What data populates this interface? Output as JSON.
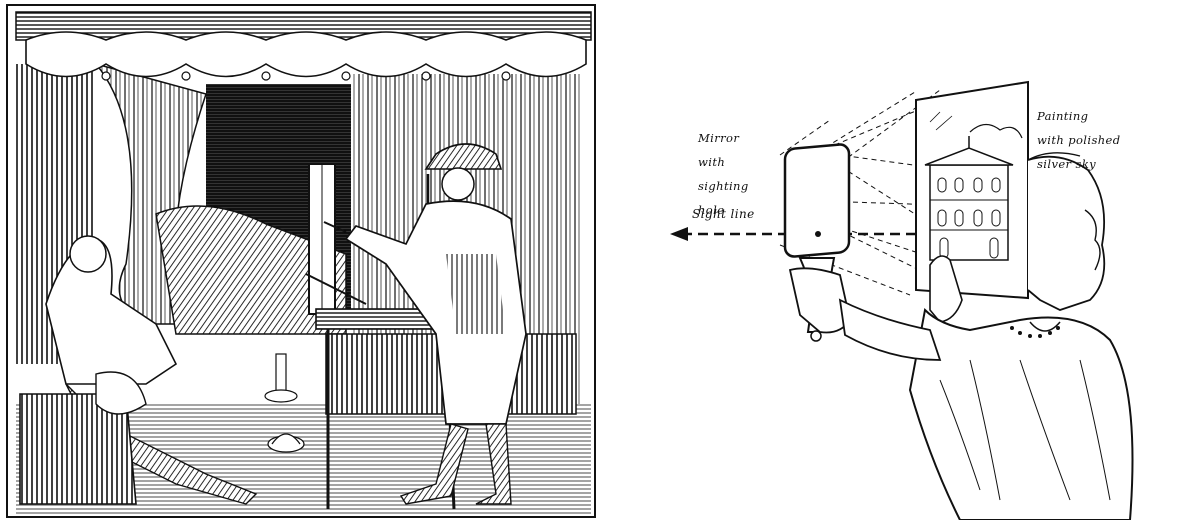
{
  "images": [
    {
      "name": "woodcut-draftsman-illustration",
      "style": "black and white woodcut engraving"
    },
    {
      "name": "mirror-painting-diagram",
      "style": "line drawing illustration"
    }
  ],
  "labels": {
    "mirror": [
      "Mirror",
      "with",
      "sighting",
      "hole"
    ],
    "painting": [
      "Painting",
      "with polished",
      "silver sky"
    ],
    "sight_line": "Sight line"
  },
  "colors": {
    "ink": "#111111",
    "paper": "#ffffff"
  }
}
